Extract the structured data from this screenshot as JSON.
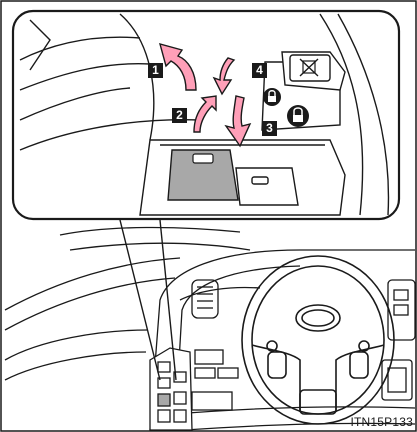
{
  "callouts": [
    "1",
    "2",
    "3",
    "4"
  ],
  "reference_code": "ITN15P133",
  "colors": {
    "line": "#1a1a1a",
    "arrow_fill": "#ff9fb8",
    "switch_gray": "#a8a8a8",
    "badge_bg": "#1a1a1a"
  },
  "icons": [
    "lock-icon",
    "unlock-icon",
    "window-lock-icon",
    "steering-wheel-icon"
  ]
}
